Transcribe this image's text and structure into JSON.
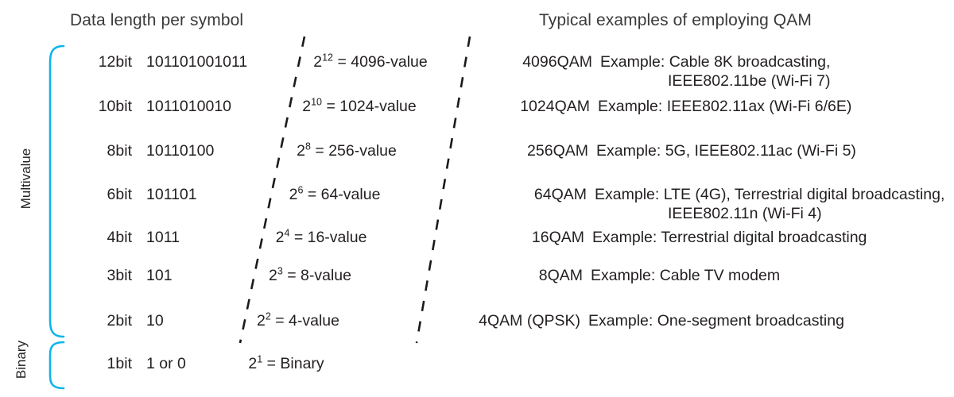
{
  "headers": {
    "left": "Data length per symbol",
    "right": "Typical examples of employing QAM"
  },
  "group_labels": {
    "multivalue": "Multivalue",
    "binary": "Binary"
  },
  "colors": {
    "bracket": "#0fb4e8",
    "text": "#231f20",
    "header_text": "#3a3a3a",
    "dashed_line": "#1a1a1a",
    "background": "#ffffff"
  },
  "rows": [
    {
      "bits": "12bit",
      "binary": "101101001011",
      "power_base": "2",
      "power_exp": "12",
      "power_result": "= 4096-value",
      "qam": "4096QAM",
      "example_line1": "Example: Cable 8K broadcasting,",
      "example_line2": "IEEE802.11be (Wi-Fi 7)"
    },
    {
      "bits": "10bit",
      "binary": "1011010010",
      "power_base": "2",
      "power_exp": "10",
      "power_result": "= 1024-value",
      "qam": "1024QAM",
      "example_line1": "Example: IEEE802.11ax (Wi-Fi 6/6E)",
      "example_line2": ""
    },
    {
      "bits": "8bit",
      "binary": "10110100",
      "power_base": "2",
      "power_exp": "8",
      "power_result": "= 256-value",
      "qam": "256QAM",
      "example_line1": "Example: 5G, IEEE802.11ac (Wi-Fi 5)",
      "example_line2": ""
    },
    {
      "bits": "6bit",
      "binary": "101101",
      "power_base": "2",
      "power_exp": "6",
      "power_result": "= 64-value",
      "qam": "64QAM",
      "example_line1": "Example: LTE (4G), Terrestrial digital broadcasting,",
      "example_line2": "IEEE802.11n (Wi-Fi 4)"
    },
    {
      "bits": "4bit",
      "binary": "1011",
      "power_base": "2",
      "power_exp": "4",
      "power_result": "= 16-value",
      "qam": "16QAM",
      "example_line1": "Example: Terrestrial digital broadcasting",
      "example_line2": ""
    },
    {
      "bits": "3bit",
      "binary": "101",
      "power_base": "2",
      "power_exp": "3",
      "power_result": "= 8-value",
      "qam": "8QAM",
      "example_line1": "Example: Cable TV modem",
      "example_line2": ""
    },
    {
      "bits": "2bit",
      "binary": "10",
      "power_base": "2",
      "power_exp": "2",
      "power_result": "= 4-value",
      "qam": "4QAM (QPSK)",
      "example_line1": "Example: One-segment broadcasting",
      "example_line2": ""
    },
    {
      "bits": "1bit",
      "binary": "1 or 0",
      "power_base": "2",
      "power_exp": "1",
      "power_result": "= Binary",
      "qam": "",
      "example_line1": "",
      "example_line2": ""
    }
  ]
}
